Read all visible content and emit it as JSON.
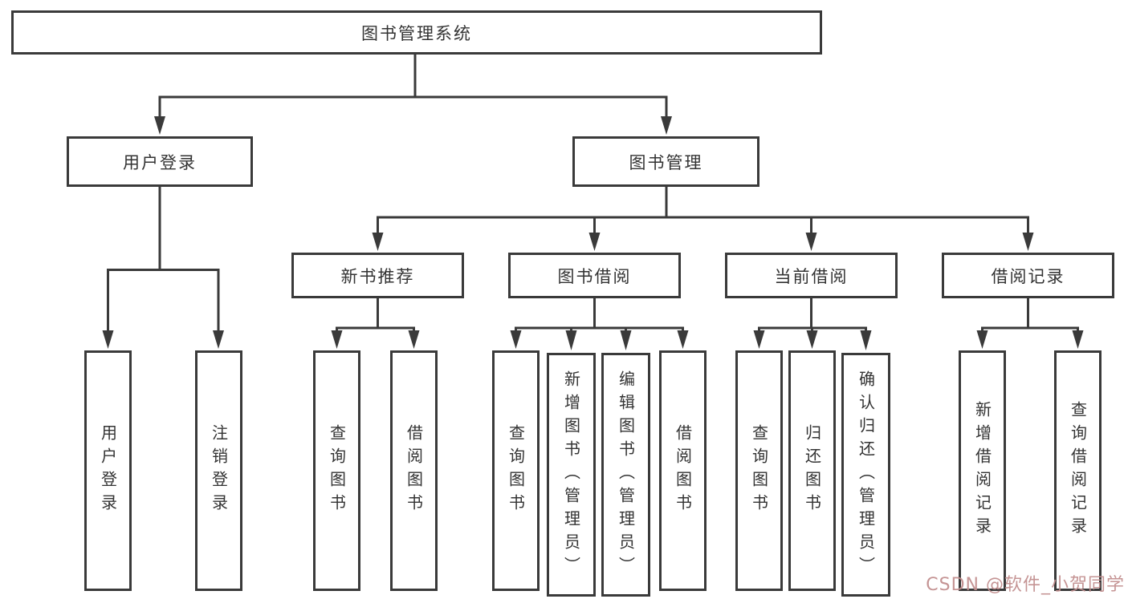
{
  "colors": {
    "line": "#3a3a3a",
    "text": "#333333",
    "background": "#ffffff",
    "watermark": "#c28f8f"
  },
  "watermark": {
    "text": "CSDN @软件_小贺同学"
  },
  "tree": {
    "root": {
      "label": "图书管理系统",
      "children": [
        {
          "label": "用户登录",
          "children": [
            {
              "label": "用户登录"
            },
            {
              "label": "注销登录"
            }
          ]
        },
        {
          "label": "图书管理",
          "children": [
            {
              "label": "新书推荐",
              "children": [
                {
                  "label": "查询图书"
                },
                {
                  "label": "借阅图书"
                }
              ]
            },
            {
              "label": "图书借阅",
              "children": [
                {
                  "label": "查询图书"
                },
                {
                  "label": "新增图书（管理员）"
                },
                {
                  "label": "编辑图书（管理员）"
                },
                {
                  "label": "借阅图书"
                }
              ]
            },
            {
              "label": "当前借阅",
              "children": [
                {
                  "label": "查询图书"
                },
                {
                  "label": "归还图书"
                },
                {
                  "label": "确认归还（管理员）"
                }
              ]
            },
            {
              "label": "借阅记录",
              "children": [
                {
                  "label": "新增借阅记录"
                },
                {
                  "label": "查询借阅记录"
                }
              ]
            }
          ]
        }
      ]
    }
  }
}
